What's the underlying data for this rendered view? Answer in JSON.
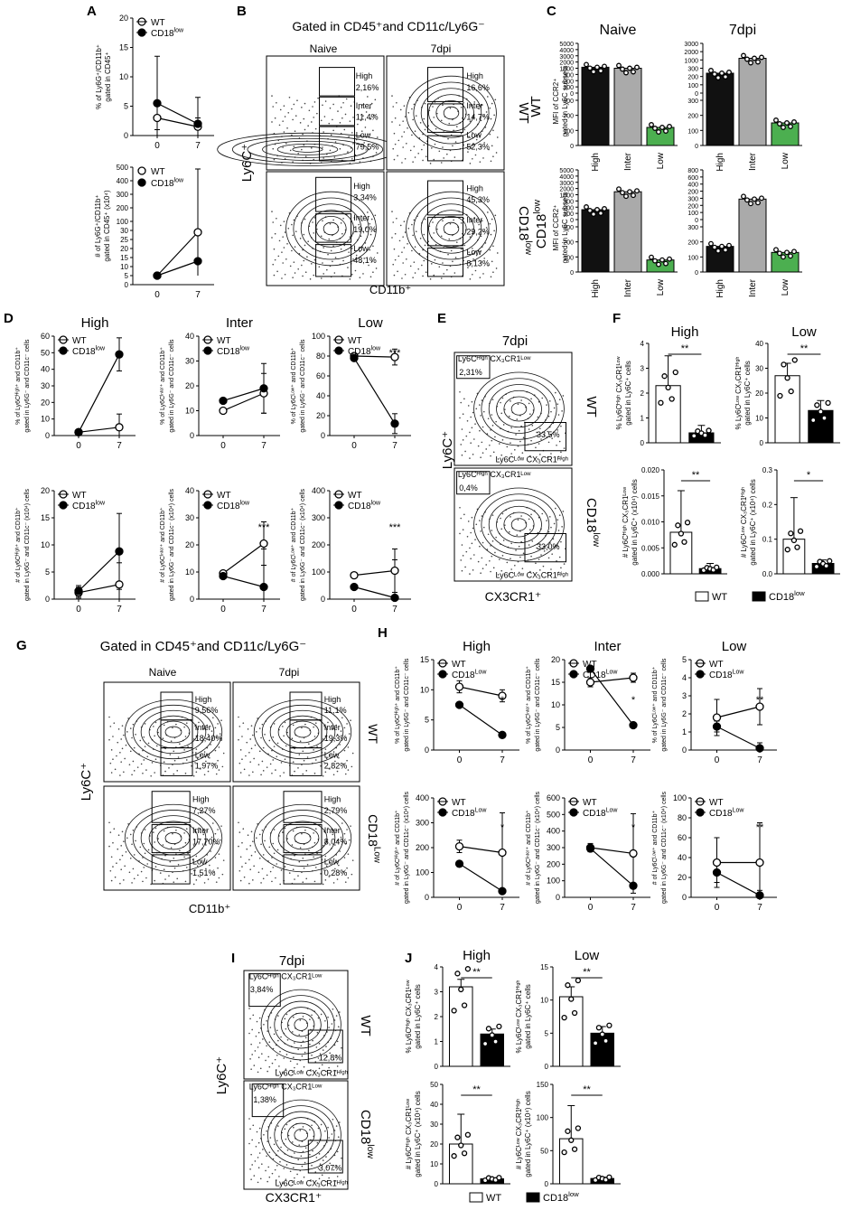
{
  "panel_labels": {
    "A": "A",
    "B": "B",
    "C": "C",
    "D": "D",
    "E": "E",
    "F": "F",
    "G": "G",
    "H": "H",
    "I": "I",
    "J": "J"
  },
  "legend": {
    "wt": "WT",
    "cd18": "CD18",
    "cd18_sup_low": "low",
    "cd18_sup_Low": "Low"
  },
  "ticks_x": {
    "t0": "0",
    "t7": "7"
  },
  "panelA": {
    "top_ylabel": "% of Ly6G⁺/CD11b⁺ gated in CD45⁺",
    "top_yticks": [
      "0",
      "5",
      "10",
      "15",
      "20"
    ],
    "bottom_ylabel": "# of Ly6G⁺/CD11b⁺ gated in CD45⁺ (x10⁴)",
    "bottom_yticks": [
      "0",
      "5",
      "10",
      "15",
      "20",
      "25",
      "30",
      "100",
      "200",
      "300",
      "400",
      "500"
    ]
  },
  "panelB": {
    "title": "Gated in CD45⁺and CD11c/Ly6G⁻",
    "col_naive": "Naive",
    "col_7dpi": "7dpi",
    "row_wt": "WT",
    "row_cd18": "CD18",
    "row_cd18_sup": "low",
    "ylabel": "Ly6C⁺",
    "xlabel": "CD11b⁺",
    "wt_naive": [
      "High",
      "2,16%",
      "Inter",
      "11,4%",
      "Low",
      "79,5%"
    ],
    "wt_7dpi": [
      "High",
      "16,6%",
      "Inter",
      "14,7%",
      "Low",
      "52,3%"
    ],
    "cd_naive": [
      "High",
      "3,34%",
      "Inter",
      "19,0%",
      "Low",
      "48,1%"
    ],
    "cd_7dpi": [
      "High",
      "45,3%",
      "Inter",
      "29,2%",
      "Low",
      "8,13%"
    ]
  },
  "panelC": {
    "title_naive": "Naive",
    "title_7dpi": "7dpi",
    "row_wt": "WT",
    "row_cd18": "CD18",
    "row_cd18_sup": "low",
    "ylabel": "MFI of CCR2⁺ gated in Ly6C subsets",
    "xcats": [
      "High",
      "Inter",
      "Low"
    ],
    "yticks_naive": [
      "0",
      "100",
      "200",
      "300",
      "1000",
      "2000",
      "3000",
      "4000",
      "5000"
    ],
    "yticks_7dpi": [
      "0",
      "100",
      "200",
      "300",
      "1000",
      "2000",
      "3000"
    ],
    "yticks_cd_naive": [
      "0",
      "100",
      "200",
      "300",
      "1000",
      "2000",
      "3000",
      "4000",
      "5000"
    ],
    "yticks_cd_7dpi": [
      "0",
      "100",
      "200",
      "300",
      "200",
      "400",
      "600",
      "800"
    ]
  },
  "panelD": {
    "titles": [
      "High",
      "Inter",
      "Low"
    ],
    "ylabels_top": [
      "% of Ly6Cᴴⁱᵍʰ⁺ and CD11b⁺ gated in Ly6G⁻ and CD11c⁻ cells",
      "% of Ly6Cᴵⁿᵗᵉʳ⁺ and CD11b⁺ gated in Ly6G⁻ and CD11c⁻ cells",
      "% of Ly6Cᴸᵒʷ⁺ and CD11b⁺ gated in Ly6G⁻ and CD11c⁻ cells"
    ],
    "ylabels_bottom": [
      "# of Ly6Cᴴⁱᵍʰ⁺ and CD11b⁺ gated in Ly6G⁻ and CD11c⁻ (x10⁴) cells",
      "# of Ly6Cᴵⁿᵗᵉʳ⁺ and CD11b⁺ gated in Ly6G⁻ and CD11c⁻ (x10⁴) cells",
      "# of Ly6Cᴸᵒʷ⁺ and CD11b⁺ gated in Ly6G⁻ and CD11c⁻ (x10⁴) cells"
    ],
    "yticks_high_top": [
      "0",
      "10",
      "20",
      "30",
      "40",
      "50",
      "60"
    ],
    "yticks_inter_top": [
      "0",
      "10",
      "20",
      "30",
      "40"
    ],
    "yticks_low_top": [
      "0",
      "20",
      "40",
      "60",
      "80",
      "100"
    ],
    "yticks_high_bot": [
      "0",
      "5",
      "10",
      "15",
      "20"
    ],
    "yticks_inter_bot": [
      "0",
      "10",
      "20",
      "30",
      "40"
    ],
    "yticks_low_bot": [
      "0",
      "100",
      "200",
      "300",
      "400"
    ],
    "sig": "***"
  },
  "panelE": {
    "title": "7dpi",
    "ylabel": "Ly6C⁺",
    "xlabel": "CX3CR1⁺",
    "row_wt": "WT",
    "row_cd18": "CD18",
    "row_cd18_sup": "low",
    "gate_hi": "Ly6Cᴴⁱᵍʰ CX₃CR1ᴸᵒʷ",
    "gate_lo": "Ly6Cᴸᵒʷ CX₃CR1ᴴⁱᵍʰ",
    "wt_hi": "2,31%",
    "wt_lo": "33,5%",
    "cd_hi": "0,4%",
    "cd_lo": "33,0%"
  },
  "panelF": {
    "titles": [
      "High",
      "Low"
    ],
    "ylabels": [
      "% Ly6Cᴴⁱᵍʰ CX₃CR1ᴸᵒʷ gated in Ly6C⁺ cells",
      "% Ly6Cᴸᵒʷ CX₃CR1ᴴⁱᵍʰ gated in Ly6C⁺ cells",
      "# Ly6Cᴴⁱᵍʰ CX₃CR1ᴸᵒʷ gated in Ly6C⁺ (x10⁴) cells",
      "# Ly6Cᴸᵒʷ CX₃CR1ᴴⁱᵍʰ gated in Ly6C⁺ (x10⁴) cells"
    ],
    "yticks_tl": [
      "0",
      "1",
      "2",
      "3",
      "4"
    ],
    "yticks_tr": [
      "0",
      "10",
      "20",
      "30",
      "40"
    ],
    "yticks_bl": [
      "0.000",
      "0.005",
      "0.010",
      "0.015",
      "0.020"
    ],
    "yticks_br": [
      "0.0",
      "0.1",
      "0.2",
      "0.3"
    ],
    "sigs": [
      "**",
      "**",
      "**",
      "*"
    ],
    "legend_wt": "WT",
    "legend_cd": "CD18",
    "legend_cd_sup": "low"
  },
  "panelG": {
    "title": "Gated in CD45⁺and CD11c/Ly6G⁻",
    "col_naive": "Naive",
    "col_7dpi": "7dpi",
    "row_wt": "WT",
    "row_cd18": "CD18",
    "row_cd18_sup": "Low",
    "ylabel": "Ly6C⁺",
    "xlabel": "CD11b⁺",
    "wt_naive": [
      "High",
      "9,56%",
      "Inter",
      "18,40%",
      "Low",
      "1,97%"
    ],
    "wt_7dpi": [
      "High",
      "11,1%",
      "Inter",
      "19,3%",
      "Low",
      "2,82%"
    ],
    "cd_naive": [
      "High",
      "7,27%",
      "Inter",
      "17,70%",
      "Low",
      "1,51%"
    ],
    "cd_7dpi": [
      "High",
      "2,79%",
      "Inter",
      "8,04%",
      "Low",
      "0,28%"
    ]
  },
  "panelH": {
    "titles": [
      "High",
      "Inter",
      "Low"
    ],
    "ylabels_top": [
      "% of Ly6Cᴴⁱᵍʰ⁺ and CD11b⁺ gated in Ly6G⁻ and CD11c⁻ cells",
      "% of Ly6Cᴵⁿᵗᵉʳ⁺ and CD11b⁺ gated in Ly6G⁻ and CD11c⁻ cells",
      "% of Ly6Cᴸᵒʷ⁺ and CD11b⁺ gated in Ly6G⁻ and CD11c⁻ cells"
    ],
    "ylabels_bottom": [
      "# of Ly6Cᴴⁱᵍʰ⁺ and CD11b⁺ gated in Ly6G⁻ and CD11c⁻ (x10⁴) cells",
      "# of Ly6Cᴵⁿᵗᵉʳ⁺ and CD11b⁺ gated in Ly6G⁻ and CD11c⁻ (x10⁴) cells",
      "# of Ly6Cᴸᵒʷ⁺ and CD11b⁺ gated in Ly6G⁻ and CD11c⁻ (x10⁴) cells"
    ],
    "yticks_high_top": [
      "0",
      "5",
      "10",
      "15"
    ],
    "yticks_inter_top": [
      "0",
      "5",
      "10",
      "15",
      "20"
    ],
    "yticks_low_top": [
      "0",
      "1",
      "2",
      "3",
      "4",
      "5"
    ],
    "yticks_high_bot": [
      "0",
      "100",
      "200",
      "300",
      "400"
    ],
    "yticks_inter_bot": [
      "0",
      "100",
      "200",
      "300",
      "400",
      "500",
      "600"
    ],
    "yticks_low_bot": [
      "0",
      "20",
      "40",
      "60",
      "80",
      "100"
    ],
    "sigs": [
      "*",
      "*",
      "**",
      "*",
      "*",
      "**"
    ]
  },
  "panelI": {
    "title": "7dpi",
    "ylabel": "Ly6C⁺",
    "xlabel": "CX3CR1⁺",
    "row_wt": "WT",
    "row_cd18": "CD18",
    "row_cd18_sup": "low",
    "gate_hi": "Ly6Cᴴⁱᵍʰ CX₃CR1ᴸᵒʷ",
    "gate_lo": "Ly6Cᴸᵒʷ CX₃CR1ᴴⁱᵍʰ",
    "wt_hi": "3,84%",
    "wt_lo": "12,8%",
    "cd_hi": "1,38%",
    "cd_lo": "3,07%"
  },
  "panelJ": {
    "titles": [
      "High",
      "Low"
    ],
    "ylabels": [
      "% Ly6Cᴴⁱᵍʰ CX₃CR1ᴸᵒʷ gated in Ly6C⁺ cells",
      "% Ly6Cᴸᵒʷ CX₃CR1ᴴⁱᵍʰ gated in Ly6C⁺ cells",
      "# Ly6Cᴴⁱᵍʰ CX₃CR1ᴸᵒʷ gated in Ly6C⁺ (x10⁴) cells",
      "# Ly6Cᴸᵒʷ CX₃CR1ᴴⁱᵍʰ gated in Ly6C⁺ (x10⁴) cells"
    ],
    "yticks_tl": [
      "0",
      "1",
      "2",
      "3",
      "4"
    ],
    "yticks_tr": [
      "0",
      "5",
      "10",
      "15"
    ],
    "yticks_bl": [
      "0",
      "10",
      "20",
      "30",
      "40",
      "50"
    ],
    "yticks_br": [
      "0",
      "50",
      "100",
      "150"
    ],
    "sigs": [
      "**",
      "**",
      "**",
      "**"
    ],
    "legend_wt": "WT",
    "legend_cd": "CD18",
    "legend_cd_sup": "low"
  },
  "chart_data": [
    {
      "id": "A-top",
      "type": "line",
      "x": [
        0,
        7
      ],
      "ylim": [
        0,
        20
      ],
      "series": [
        {
          "name": "WT",
          "values": [
            3,
            1.5
          ],
          "err": [
            2,
            5
          ]
        },
        {
          "name": "CD18low",
          "values": [
            5.5,
            2
          ],
          "err": [
            8,
            1
          ]
        }
      ]
    },
    {
      "id": "A-bottom",
      "type": "line",
      "x": [
        0,
        7
      ],
      "series": [
        {
          "name": "WT",
          "values": [
            5,
            35
          ],
          "err": [
            2,
            400
          ]
        },
        {
          "name": "CD18low",
          "values": [
            5,
            13
          ],
          "err": [
            2,
            3
          ]
        }
      ]
    },
    {
      "id": "C-WT-Naive",
      "type": "bar",
      "categories": [
        "High",
        "Inter",
        "Low"
      ],
      "values": [
        2600,
        2500,
        120
      ]
    },
    {
      "id": "C-WT-7dpi",
      "type": "bar",
      "categories": [
        "High",
        "Inter",
        "Low"
      ],
      "values": [
        1200,
        2100,
        150
      ]
    },
    {
      "id": "C-CD18-Naive",
      "type": "bar",
      "categories": [
        "High",
        "Inter",
        "Low"
      ],
      "values": [
        1000,
        2800,
        80
      ]
    },
    {
      "id": "C-CD18-7dpi",
      "type": "bar",
      "categories": [
        "High",
        "Inter",
        "Low"
      ],
      "values": [
        170,
        330,
        130
      ]
    },
    {
      "id": "D-High-top",
      "type": "line",
      "x": [
        0,
        7
      ],
      "ylim": [
        0,
        60
      ],
      "series": [
        {
          "name": "WT",
          "values": [
            2,
            5
          ]
        },
        {
          "name": "CD18low",
          "values": [
            2,
            49
          ]
        }
      ]
    },
    {
      "id": "D-Inter-top",
      "type": "line",
      "x": [
        0,
        7
      ],
      "ylim": [
        0,
        40
      ],
      "series": [
        {
          "name": "WT",
          "values": [
            10,
            17
          ]
        },
        {
          "name": "CD18low",
          "values": [
            14,
            19
          ]
        }
      ]
    },
    {
      "id": "D-Low-top",
      "type": "line",
      "x": [
        0,
        7
      ],
      "ylim": [
        0,
        100
      ],
      "series": [
        {
          "name": "WT",
          "values": [
            80,
            79
          ]
        },
        {
          "name": "CD18low",
          "values": [
            78,
            12
          ]
        }
      ]
    },
    {
      "id": "D-High-bot",
      "type": "line",
      "x": [
        0,
        7
      ],
      "ylim": [
        0,
        20
      ],
      "series": [
        {
          "name": "WT",
          "values": [
            1.2,
            2.7
          ]
        },
        {
          "name": "CD18low",
          "values": [
            1.5,
            8.8
          ]
        }
      ]
    },
    {
      "id": "D-Inter-bot",
      "type": "line",
      "x": [
        0,
        7
      ],
      "ylim": [
        0,
        40
      ],
      "series": [
        {
          "name": "WT",
          "values": [
            9.5,
            20.5
          ]
        },
        {
          "name": "CD18low",
          "values": [
            8.5,
            4.5
          ]
        }
      ]
    },
    {
      "id": "D-Low-bot",
      "type": "line",
      "x": [
        0,
        7
      ],
      "ylim": [
        0,
        400
      ],
      "series": [
        {
          "name": "WT",
          "values": [
            88,
            105
          ]
        },
        {
          "name": "CD18low",
          "values": [
            45,
            5
          ]
        }
      ]
    },
    {
      "id": "F-High-pct",
      "type": "bar",
      "categories": [
        "WT",
        "CD18low"
      ],
      "values": [
        2.3,
        0.4
      ],
      "ylim": [
        0,
        4
      ]
    },
    {
      "id": "F-Low-pct",
      "type": "bar",
      "categories": [
        "WT",
        "CD18low"
      ],
      "values": [
        27,
        13
      ],
      "ylim": [
        0,
        40
      ]
    },
    {
      "id": "F-High-num",
      "type": "bar",
      "categories": [
        "WT",
        "CD18low"
      ],
      "values": [
        0.008,
        0.001
      ],
      "ylim": [
        0,
        0.02
      ]
    },
    {
      "id": "F-Low-num",
      "type": "bar",
      "categories": [
        "WT",
        "CD18low"
      ],
      "values": [
        0.1,
        0.03
      ],
      "ylim": [
        0,
        0.3
      ]
    },
    {
      "id": "H-High-top",
      "type": "line",
      "x": [
        0,
        7
      ],
      "ylim": [
        0,
        15
      ],
      "series": [
        {
          "name": "WT",
          "values": [
            10.5,
            9
          ]
        },
        {
          "name": "CD18Low",
          "values": [
            7.5,
            2.5
          ]
        }
      ]
    },
    {
      "id": "H-Inter-top",
      "type": "line",
      "x": [
        0,
        7
      ],
      "ylim": [
        0,
        20
      ],
      "series": [
        {
          "name": "WT",
          "values": [
            15,
            16
          ]
        },
        {
          "name": "CD18Low",
          "values": [
            18,
            5.5
          ]
        }
      ]
    },
    {
      "id": "H-Low-top",
      "type": "line",
      "x": [
        0,
        7
      ],
      "ylim": [
        0,
        5
      ],
      "series": [
        {
          "name": "WT",
          "values": [
            1.8,
            2.4
          ]
        },
        {
          "name": "CD18Low",
          "values": [
            1.3,
            0.1
          ]
        }
      ]
    },
    {
      "id": "H-High-bot",
      "type": "line",
      "x": [
        0,
        7
      ],
      "ylim": [
        0,
        400
      ],
      "series": [
        {
          "name": "WT",
          "values": [
            205,
            180
          ]
        },
        {
          "name": "CD18Low",
          "values": [
            135,
            25
          ]
        }
      ]
    },
    {
      "id": "H-Inter-bot",
      "type": "line",
      "x": [
        0,
        7
      ],
      "ylim": [
        0,
        600
      ],
      "series": [
        {
          "name": "WT",
          "values": [
            300,
            265
          ]
        },
        {
          "name": "CD18Low",
          "values": [
            295,
            70
          ]
        }
      ]
    },
    {
      "id": "H-Low-bot",
      "type": "line",
      "x": [
        0,
        7
      ],
      "ylim": [
        0,
        100
      ],
      "series": [
        {
          "name": "WT",
          "values": [
            35,
            35
          ]
        },
        {
          "name": "CD18Low",
          "values": [
            25,
            2
          ]
        }
      ]
    },
    {
      "id": "J-High-pct",
      "type": "bar",
      "categories": [
        "WT",
        "CD18low"
      ],
      "values": [
        3.2,
        1.3
      ],
      "ylim": [
        0,
        4
      ]
    },
    {
      "id": "J-Low-pct",
      "type": "bar",
      "categories": [
        "WT",
        "CD18low"
      ],
      "values": [
        10.5,
        5
      ],
      "ylim": [
        0,
        15
      ]
    },
    {
      "id": "J-High-num",
      "type": "bar",
      "categories": [
        "WT",
        "CD18low"
      ],
      "values": [
        20,
        2.5
      ],
      "ylim": [
        0,
        50
      ]
    },
    {
      "id": "J-Low-num",
      "type": "bar",
      "categories": [
        "WT",
        "CD18low"
      ],
      "values": [
        68,
        8
      ],
      "ylim": [
        0,
        150
      ]
    }
  ]
}
